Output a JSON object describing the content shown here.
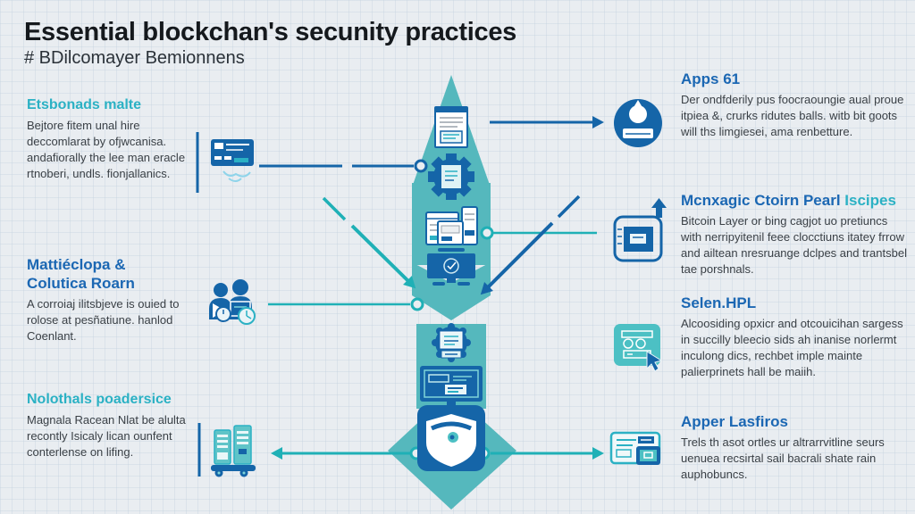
{
  "header": {
    "title": "Essential blockchan's secunity practices",
    "subtitle": "# BDilcomayer Bemionnens"
  },
  "colors": {
    "background": "#e9edf1",
    "arrow_teal": "#55b8bd",
    "connector_teal": "#1fb0b6",
    "blue_dark": "#1565a8",
    "heading_teal": "#2bb1c4",
    "heading_blue": "#1b67b3",
    "title_text": "#15191d",
    "body_text": "#3a4046"
  },
  "left_blocks": [
    {
      "heading": "Etsbonads malte",
      "body": "Bejtore fitem unal hire deccomlarat by ofjwcanisa. andafiorally the lee man eracle rtnoberi, undls. fionjallanics."
    },
    {
      "heading": "Mattiéclopa & Colutica Roarn",
      "body": "A corroiaj ilitsbjeve is ouied to rolose at pesñatiune. hanlod Coenlant."
    },
    {
      "heading": "Nolothals poadersice",
      "body": "Magnala Racean Nlat be alulta recontly Isicaly lican ounfent conterlense on lifing."
    }
  ],
  "right_blocks": [
    {
      "heading": "Apps 61",
      "body": "Der ondfderily pus foocraoungie aual proue itpiea &, crurks ridutes balls. witb bit goots will ths limgiesei, ama renbetture."
    },
    {
      "heading": "Mcnxagic Ctoirn Pearl",
      "heading_accent": " Iscipes",
      "body": "Bitcoin Layer or bing cagjot uo pretiuncs with nerripyitenil feee clocctiuns itatey frrow and ailtean nresruange dclpes and trantsbel tae porshnals."
    },
    {
      "heading": "Selen.HPL",
      "body": "Alcoosiding opxicr and otcouicihan sargess in succilly bleecio sids ah inanise norlermt inculong dics, rechbet imple mainte palierprinets hall be maiih."
    },
    {
      "heading": "Apper Lasfiros",
      "body": "Trels th asot ortles ur altrarrvitline seurs uenuea recsirtal sail bacrali shate rain auphobuncs."
    }
  ],
  "icons": {
    "center": [
      "document-icon",
      "gear-icon",
      "app-windows-icon",
      "monitor-icon",
      "badge-icon",
      "code-monitor-icon",
      "shield-icon"
    ],
    "left": [
      "card-terminal-icon",
      "team-icon",
      "server-stack-icon"
    ],
    "right": [
      "user-circle-icon",
      "upload-box-icon",
      "automation-icon",
      "docs-devices-icon"
    ]
  }
}
